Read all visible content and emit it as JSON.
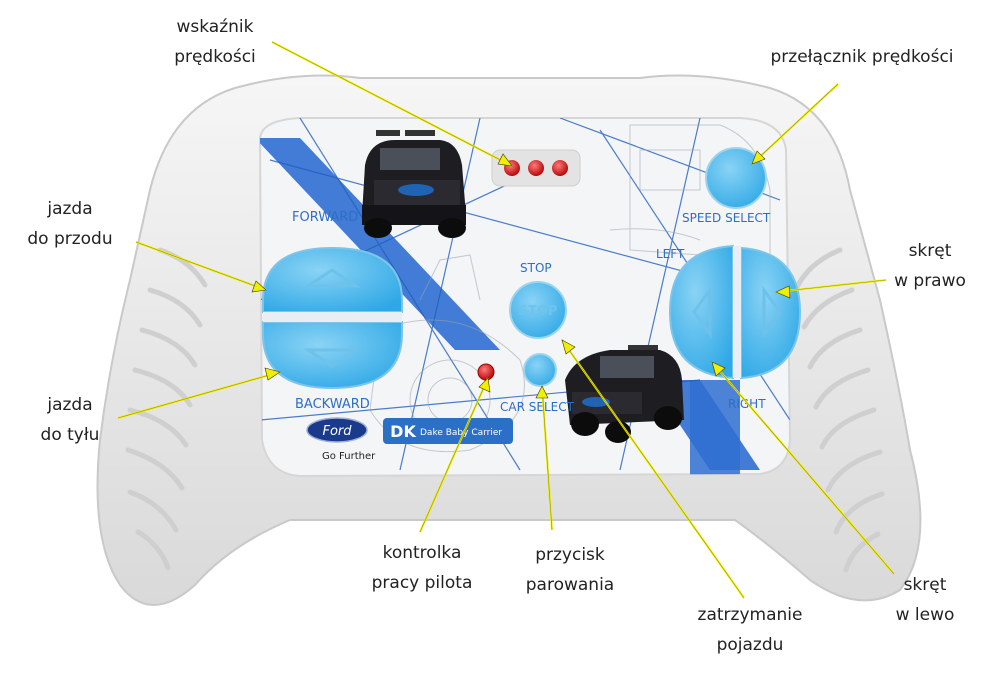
{
  "callouts": {
    "speed_indicator": [
      "wskaźnik",
      "prędkości"
    ],
    "speed_switch": [
      "przełącznik prędkości"
    ],
    "forward": [
      "jazda",
      "do przodu"
    ],
    "backward": [
      "jazda",
      "do tyłu"
    ],
    "turn_right": [
      "skręt",
      "w prawo"
    ],
    "turn_left": [
      "skręt",
      "w lewo"
    ],
    "remote_status_led": [
      "kontrolka",
      "pracy pilota"
    ],
    "pairing_button": [
      "przycisk",
      "parowania"
    ],
    "stop_vehicle": [
      "zatrzymanie",
      "pojazdu"
    ]
  },
  "panel_labels": {
    "forward": "FORWARD",
    "backward": "BACKWARD",
    "stop_top": "STOP",
    "stop_button": "STOP",
    "car_select": "CAR SELECT",
    "speed_select": "SPEED SELECT",
    "left": "LEFT",
    "right": "RIGHT"
  },
  "branding": {
    "ford": "Ford",
    "ford_tagline": "Go Further",
    "dk_logo": "DK",
    "dk_name": "Dake Baby Carrier"
  },
  "colors": {
    "button_blue": "#3fb4ec",
    "button_blue_light": "#8ad3f5",
    "led_red": "#d81818",
    "shell": "#eeeeee",
    "line_blue": "#1f5fbf",
    "callout_line": "#f2ee00"
  }
}
